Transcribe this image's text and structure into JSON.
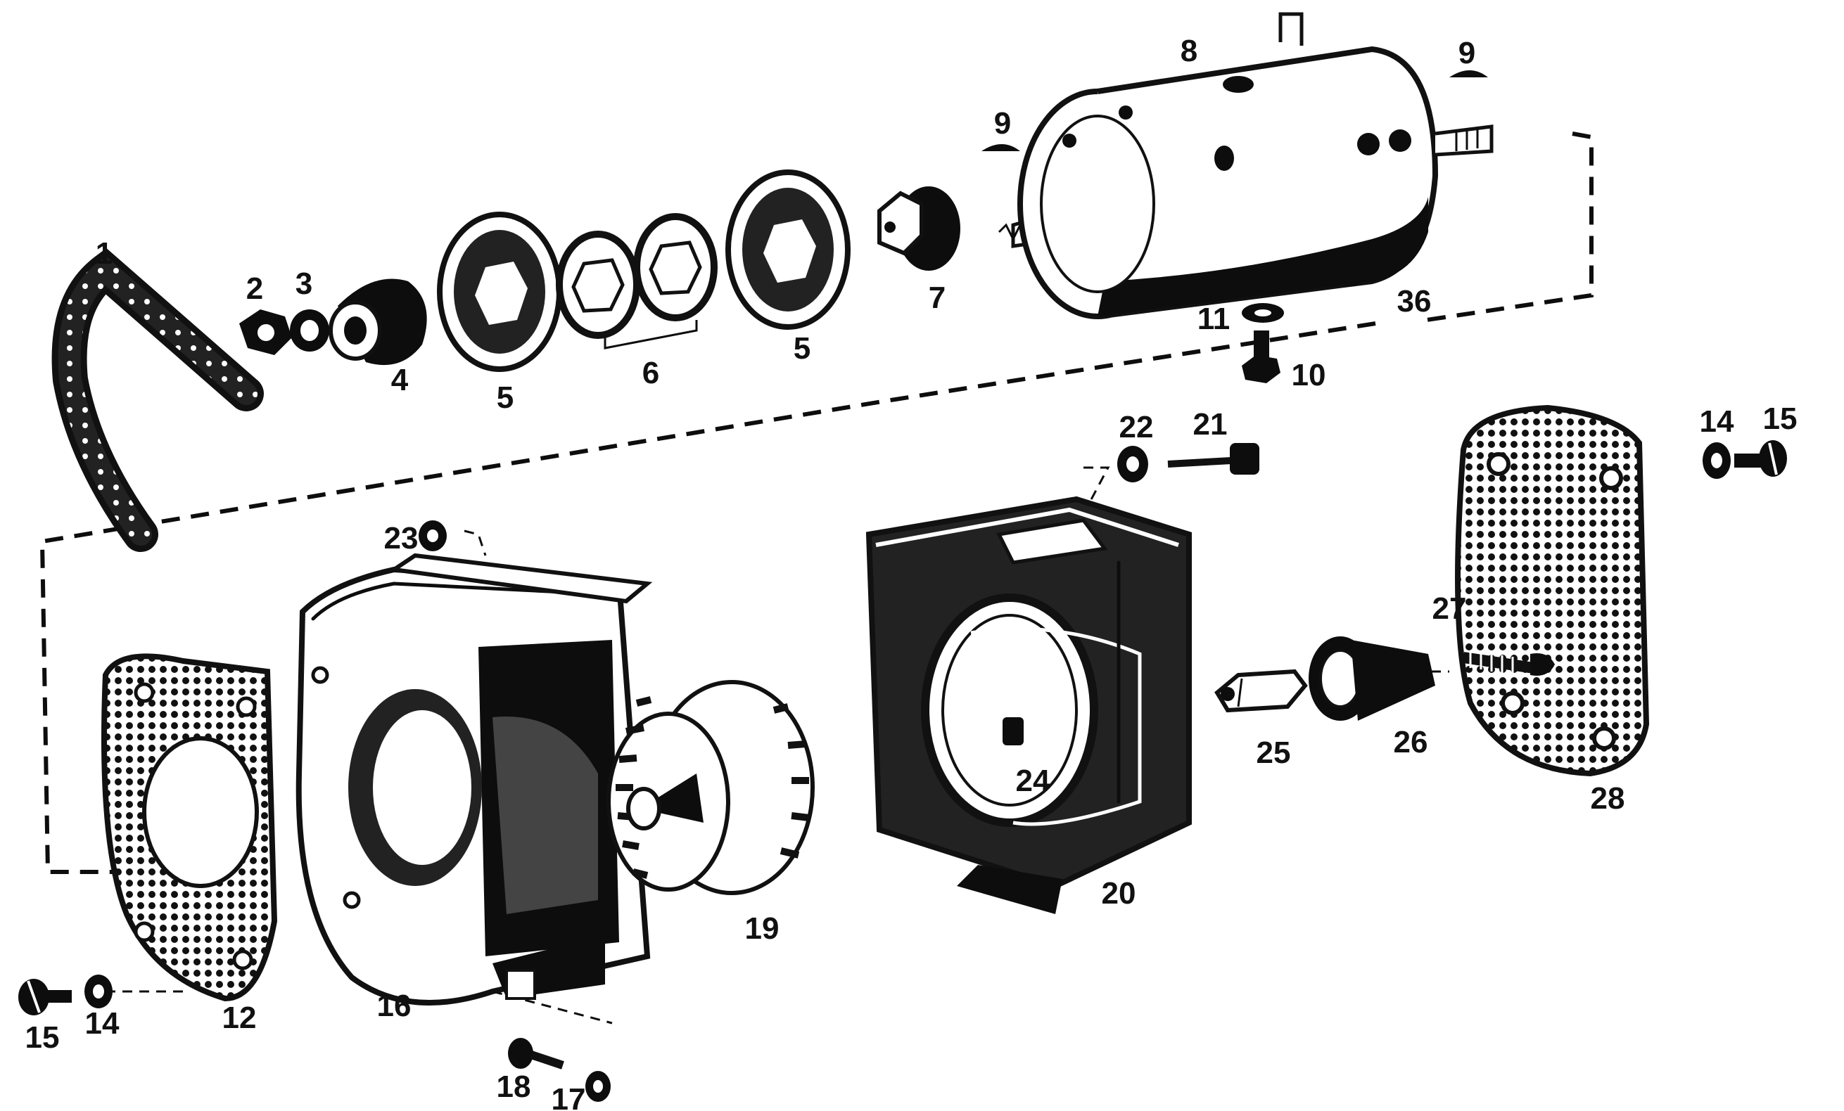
{
  "parts": [
    {
      "id": "p1",
      "label": "1"
    },
    {
      "id": "p2",
      "label": "2"
    },
    {
      "id": "p3",
      "label": "3"
    },
    {
      "id": "p4",
      "label": "4"
    },
    {
      "id": "p5a",
      "label": "5"
    },
    {
      "id": "p6",
      "label": "6"
    },
    {
      "id": "p5b",
      "label": "5"
    },
    {
      "id": "p7",
      "label": "7"
    },
    {
      "id": "p8",
      "label": "8"
    },
    {
      "id": "p9a",
      "label": "9"
    },
    {
      "id": "p9b",
      "label": "9"
    },
    {
      "id": "p36",
      "label": "36"
    },
    {
      "id": "p11",
      "label": "11"
    },
    {
      "id": "p10",
      "label": "10"
    },
    {
      "id": "p22",
      "label": "22"
    },
    {
      "id": "p21",
      "label": "21"
    },
    {
      "id": "p14a",
      "label": "14"
    },
    {
      "id": "p15a",
      "label": "15"
    },
    {
      "id": "p23",
      "label": "23"
    },
    {
      "id": "p27",
      "label": "27"
    },
    {
      "id": "p25",
      "label": "25"
    },
    {
      "id": "p26",
      "label": "26"
    },
    {
      "id": "p24",
      "label": "24"
    },
    {
      "id": "p28",
      "label": "28"
    },
    {
      "id": "p20",
      "label": "20"
    },
    {
      "id": "p19",
      "label": "19"
    },
    {
      "id": "p12",
      "label": "12"
    },
    {
      "id": "p16",
      "label": "16"
    },
    {
      "id": "p15b",
      "label": "15"
    },
    {
      "id": "p14b",
      "label": "14"
    },
    {
      "id": "p18",
      "label": "18"
    },
    {
      "id": "p17",
      "label": "17"
    }
  ]
}
